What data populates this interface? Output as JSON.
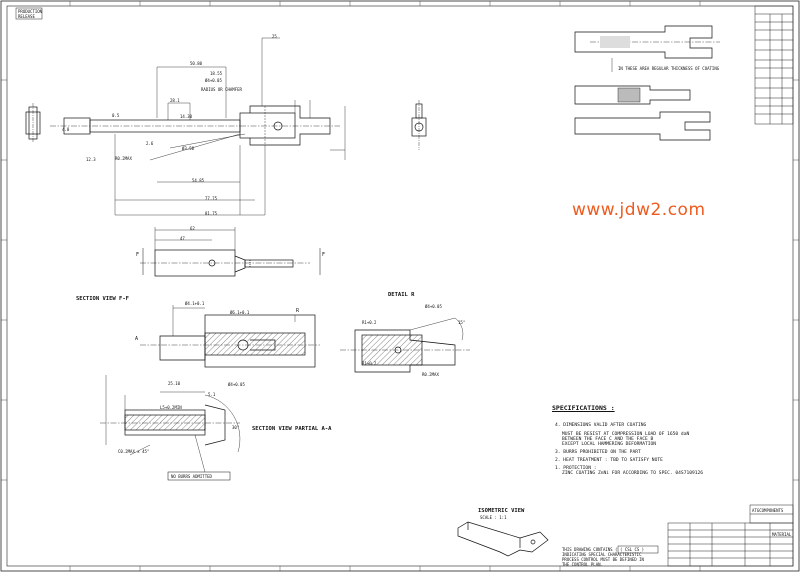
{
  "stamp": [
    "PRODUCTION",
    "RELEASE"
  ],
  "watermark": "www.jdw2.com",
  "views": {
    "section_ff": "SECTION VIEW F-F",
    "detail_r": "DETAIL R",
    "section_aa": "SECTION VIEW PARTIAL A-A",
    "isometric": "ISOMETRIC VIEW",
    "isometric_scale": "SCALE : 1:1"
  },
  "cut_letters": {
    "f": "F",
    "a": "A",
    "r": "R"
  },
  "note_coating": "IN THESE AREA REGULAR THICKNESS OF COATING",
  "note_radius": "RADIUS OR CHAMFER",
  "note_burrs": "NO BURRS ADMITTED",
  "dims": {
    "d1": "50.80",
    "d2": "18.55",
    "d3": "28.1",
    "d4": "Ø4+0.05",
    "d5": "14.30",
    "d6": "Ø3.50",
    "d7": "R0.2MAX",
    "d8": "54.85",
    "d9": "77.75",
    "d10": "81.75",
    "d11": "62",
    "d12": "47",
    "d13": "Ø4.1+0.1",
    "d14": "Ø6.1+0.1",
    "d15": "R1+0.2",
    "d16": "Ø4+0.05",
    "d17": "R0.2MAX",
    "d18": "R1+0.2",
    "d19": "25.10",
    "d20": "5.1",
    "d21": "L5+0.2MIN",
    "d22": "C0.2MAX x 45°",
    "d23": "30°",
    "d24": "Ø4+0.05",
    "d25": "15°",
    "d26": "4.8",
    "d27": "0.5",
    "d28": "2.6",
    "d29": "12.3",
    "d30": "25"
  },
  "spec": {
    "heading": "SPECIFICATIONS :",
    "items": [
      "4. DIMENSIONS VALID AFTER COATING",
      "MUST BE RESIST AT COMPRESSION LOAD OF 1650 daN",
      "BETWEEN THE FACE C AND THE FACE B",
      "EXCEPT LOCAL HAMMERING DEFORMATION",
      "3. BURRS PROHIBITED ON THE PART",
      "2. HEAT TREATMENT : TBD TO SATISFY NOTE",
      "1. PROTECTION :",
      "ZINC COATING ZnNi FOR ACCORDING TO SPEC. 04S7109126"
    ]
  },
  "symbol_note": [
    "THIS DRAWING CONTAINS (",
    "INDICATING SPECIAL CHARACTERISTIC",
    "PROCESS CONTROL MUST BE DEFINED IN",
    "THE CONTROL PLAN."
  ],
  "symbol_box": "( CSL CS )",
  "title_block": {
    "material_label": "MATERIAL",
    "company": "ATGCOMPONENTS"
  }
}
